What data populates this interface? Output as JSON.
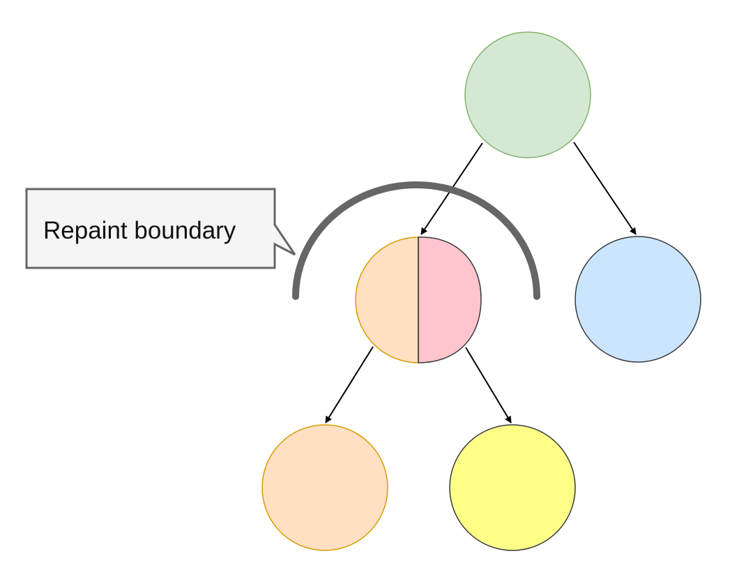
{
  "callout": {
    "label": "Repaint boundary"
  },
  "colors": {
    "root_fill": "#d5e8d4",
    "root_stroke": "#82b366",
    "orange_fill": "#ffe0c2",
    "orange_stroke": "#d79b00",
    "pink_fill": "#ffc5cc",
    "blue_fill": "#cce5ff",
    "yellow_fill": "#ffff88",
    "dark_stroke": "#36393d",
    "boundary_arc": "#666666",
    "callout_fill": "#f5f5f5",
    "callout_stroke": "#666666",
    "edge": "#000000"
  },
  "nodes": [
    {
      "id": "root",
      "shape": "circle"
    },
    {
      "id": "split",
      "shape": "split-circle"
    },
    {
      "id": "right",
      "shape": "circle"
    },
    {
      "id": "bottom-left",
      "shape": "circle"
    },
    {
      "id": "bottom-right",
      "shape": "circle"
    }
  ],
  "edges": [
    {
      "from": "root",
      "to": "split"
    },
    {
      "from": "root",
      "to": "right"
    },
    {
      "from": "split",
      "to": "bottom-left"
    },
    {
      "from": "split",
      "to": "bottom-right"
    }
  ]
}
